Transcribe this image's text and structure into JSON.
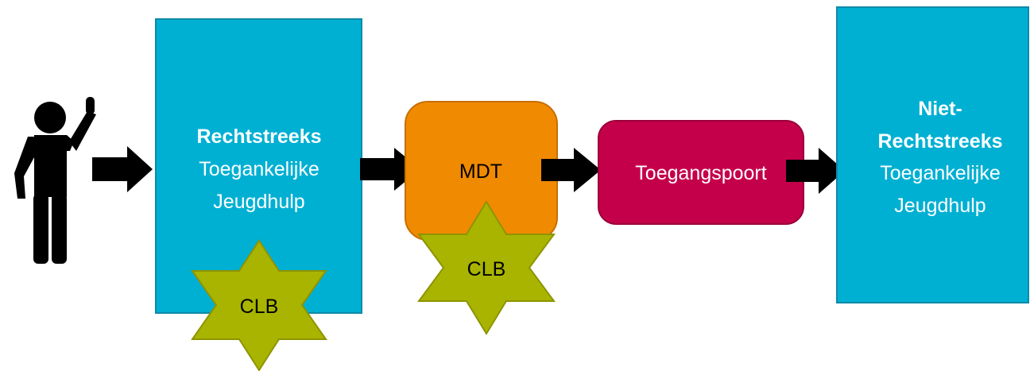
{
  "colors": {
    "teal": "#00B0D3",
    "teal_border": "#0E8AA8",
    "orange": "#F08A00",
    "orange_border": "#C76E00",
    "crimson": "#C5004B",
    "crimson_border": "#9A003A",
    "olive": "#A9B400",
    "olive_border": "#8D9400",
    "arrow": "#000000"
  },
  "person": {
    "icon": "person-raising-hand-icon"
  },
  "box_rechtstreeks": {
    "line1": "Rechtstreeks",
    "line2": "Toegankelijke",
    "line3": "Jeugdhulp",
    "badge": "CLB"
  },
  "box_mdt": {
    "label": "MDT",
    "badge": "CLB"
  },
  "box_toegangspoort": {
    "label": "Toegangspoort"
  },
  "box_niet_rechtstreeks": {
    "line1": "Niet-",
    "line2": "Rechtstreeks",
    "line3": "Toegankelijke",
    "line4": "Jeugdhulp"
  }
}
